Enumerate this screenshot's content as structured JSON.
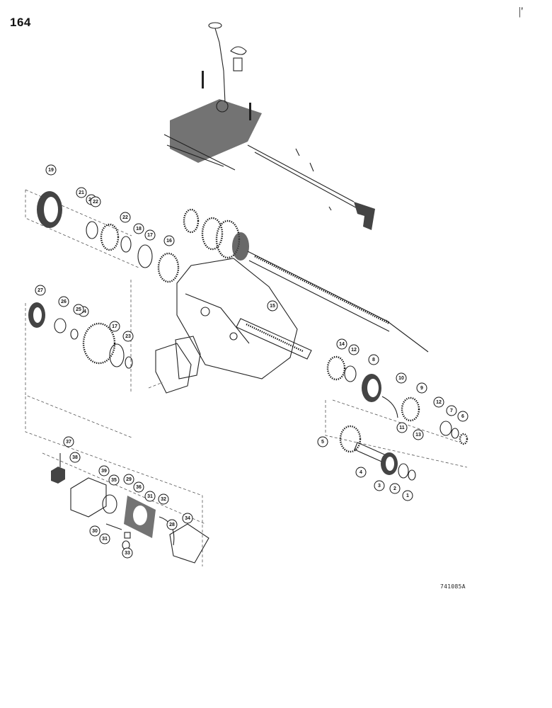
{
  "page": {
    "page_number": "164",
    "figure_id": "741085A",
    "corner_mark": "|'"
  },
  "callouts": [
    {
      "num": "1"
    },
    {
      "num": "2"
    },
    {
      "num": "3"
    },
    {
      "num": "4"
    },
    {
      "num": "5"
    },
    {
      "num": "6"
    },
    {
      "num": "7"
    },
    {
      "num": "8"
    },
    {
      "num": "9"
    },
    {
      "num": "10"
    },
    {
      "num": "11"
    },
    {
      "num": "12"
    },
    {
      "num": "12"
    },
    {
      "num": "13"
    },
    {
      "num": "14"
    },
    {
      "num": "15"
    },
    {
      "num": "16"
    },
    {
      "num": "17"
    },
    {
      "num": "17"
    },
    {
      "num": "18"
    },
    {
      "num": "19"
    },
    {
      "num": "20"
    },
    {
      "num": "21"
    },
    {
      "num": "22"
    },
    {
      "num": "22"
    },
    {
      "num": "23"
    },
    {
      "num": "24"
    },
    {
      "num": "25"
    },
    {
      "num": "26"
    },
    {
      "num": "27"
    },
    {
      "num": "28"
    },
    {
      "num": "29"
    },
    {
      "num": "30"
    },
    {
      "num": "31"
    },
    {
      "num": "31"
    },
    {
      "num": "32"
    },
    {
      "num": "33"
    },
    {
      "num": "34"
    },
    {
      "num": "35"
    },
    {
      "num": "36"
    },
    {
      "num": "37"
    },
    {
      "num": "38"
    },
    {
      "num": "39"
    }
  ]
}
